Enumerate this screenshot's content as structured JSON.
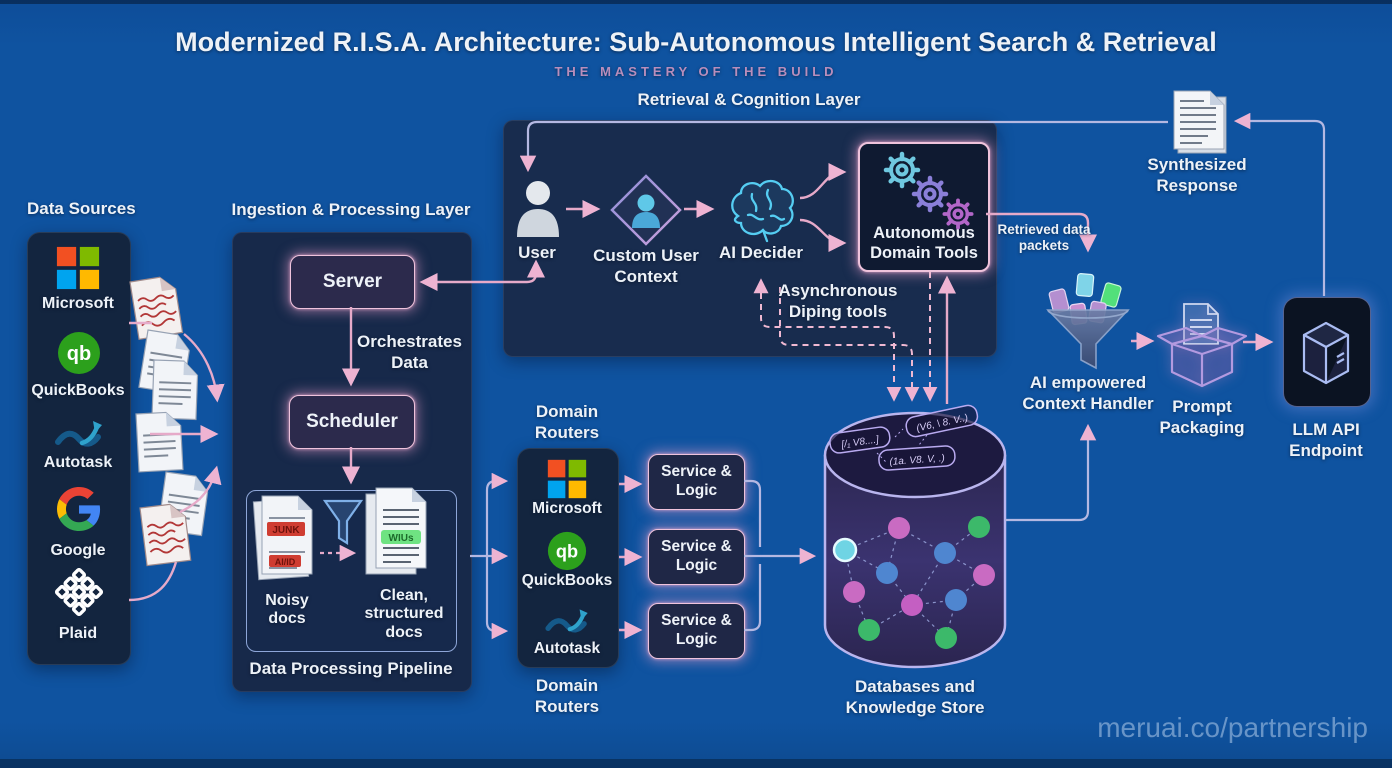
{
  "title": "Modernized R.I.S.A. Architecture: Sub-Autonomous Intelligent Search & Retrieval",
  "subtitle": "THE MASTERY OF THE BUILD",
  "watermark": "meruai.co/partnership",
  "colors": {
    "background": "#0f53a0",
    "panel_dark": "#13253f",
    "accent_pink": "#e6aac9",
    "accent_lavender": "#b4b8e2",
    "glow_pink": "#f0c0da"
  },
  "data_sources": {
    "heading": "Data Sources",
    "items": [
      {
        "label": "Microsoft",
        "icon": "microsoft-logo"
      },
      {
        "label": "QuickBooks",
        "icon": "quickbooks-logo",
        "icon_text": "qb"
      },
      {
        "label": "Autotask",
        "icon": "autotask-logo"
      },
      {
        "label": "Google",
        "icon": "google-logo"
      },
      {
        "label": "Plaid",
        "icon": "plaid-logo"
      }
    ]
  },
  "ingestion": {
    "heading": "Ingestion & Processing Layer",
    "server": "Server",
    "orchestrates": "Orchestrates Data",
    "scheduler": "Scheduler",
    "noisy_docs": "Noisy docs",
    "noisy_badge_1": "JUNK",
    "noisy_badge_2": "AI/ID",
    "clean_docs": "Clean, structured docs",
    "clean_badge": "WIUs",
    "pipeline_caption": "Data Processing Pipeline"
  },
  "routers": {
    "heading": "Domain Routers",
    "items": [
      {
        "label": "Microsoft"
      },
      {
        "label": "QuickBooks",
        "icon_text": "qb"
      },
      {
        "label": "Autotask"
      }
    ],
    "service_logic": "Service & Logic"
  },
  "retrieval": {
    "heading": "Retrieval & Cognition Layer",
    "user": "User",
    "custom_user_context": "Custom User Context",
    "ai_decider": "AI Decider",
    "autonomous_domain_tools": "Autonomous Domain Tools",
    "async_tools": "Asynchronous Diping tools"
  },
  "knowledge_store": {
    "caption": "Databases and Knowledge Store",
    "pills": [
      "[/₁ V8....]",
      "(V6, \\ 8. V..)",
      "(1a. V8. V, .)"
    ]
  },
  "output_flow": {
    "retrieved_packets": "Retrieved data packets",
    "context_handler": "AI empowered Context Handler",
    "prompt_packaging": "Prompt Packaging",
    "llm_endpoint": "LLM API Endpoint",
    "synthesized_response": "Synthesized Response"
  }
}
